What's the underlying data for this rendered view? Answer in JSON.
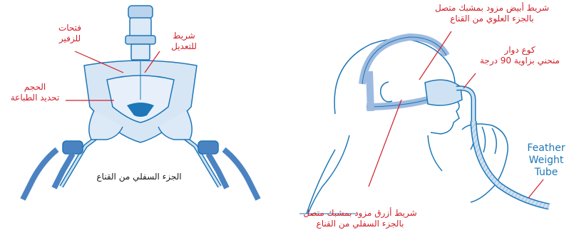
{
  "left_figure": {
    "vents": [
      "فتحات",
      "للزفير"
    ],
    "strap": [
      "شريط",
      "للتعديل"
    ],
    "size": [
      "الحجم",
      "تحديد الطباعة"
    ],
    "caption": "الجزء السفلي من القناع"
  },
  "right_figure": {
    "top_strap": [
      "شريط أبيض مزود بمشبك متصل",
      "بالجزء العلوي من القناع"
    ],
    "elbow": [
      "كوع دوار",
      "منحني بزاوية 90 درجة"
    ],
    "tube": [
      "Feather",
      "Weight",
      "Tube"
    ],
    "bottom_strap": [
      "شريط أزرق مزود بمشبك متصل",
      "بالجزء السفلي من القناع"
    ]
  },
  "colors": {
    "callout": "#d0202a",
    "outline": "#1d77b8",
    "fill": "#cfe2f3",
    "strap": "#9dbbe0"
  }
}
